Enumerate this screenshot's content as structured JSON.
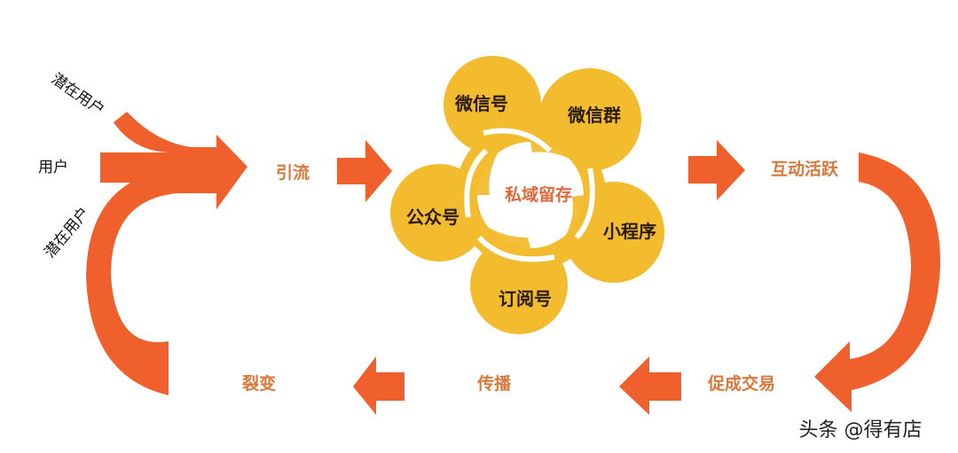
{
  "sources": {
    "potential_top": "潜在用户",
    "user": "用户",
    "potential_bottom": "潜在用户"
  },
  "stages": {
    "traffic": "引流",
    "interaction": "互动活跃",
    "transaction": "促成交易",
    "spread": "传播",
    "fission": "裂变"
  },
  "center": {
    "label": "私域留存",
    "petals": [
      "微信号",
      "微信群",
      "小程序",
      "订阅号",
      "公众号"
    ]
  },
  "watermark": "头条 @得有店",
  "colors": {
    "arrow": "#f0602c",
    "petal": "#f3bc2f",
    "stage_text": "#d9783a"
  }
}
